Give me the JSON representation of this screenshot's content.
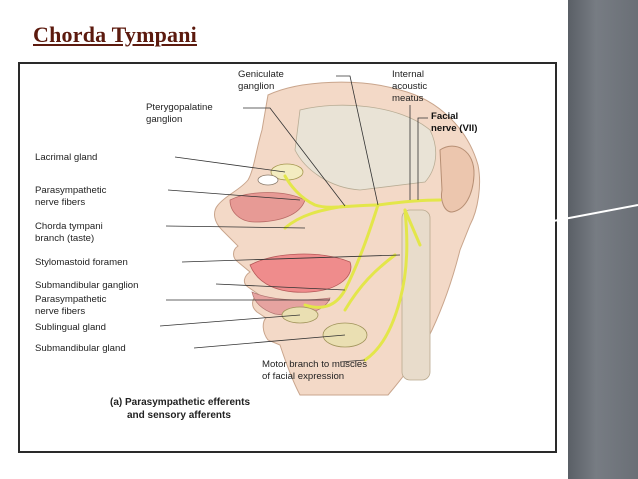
{
  "title": "Chorda Tympani",
  "colors": {
    "title": "#5c1a0e",
    "nerve": "#e3e64a",
    "side_panel": "#6a6f76"
  },
  "labels": {
    "geniculate_line1": "Geniculate",
    "geniculate_line2": "ganglion",
    "internal_line1": "Internal",
    "internal_line2": "acoustic",
    "internal_line3": "meatus",
    "facial_line1": "Facial",
    "facial_line2": "nerve (VII)",
    "pterygo_line1": "Pterygopalatine",
    "pterygo_line2": "ganglion",
    "lacrimal": "Lacrimal gland",
    "parasym1_line1": "Parasympathetic",
    "parasym1_line2": "nerve fibers",
    "chorda_line1": "Chorda tympani",
    "chorda_line2": "branch (taste)",
    "stylomastoid": "Stylomastoid foramen",
    "submand_ganglion": "Submandibular ganglion",
    "parasym2_line1": "Parasympathetic",
    "parasym2_line2": "nerve fibers",
    "sublingual": "Sublingual gland",
    "submand_gland": "Submandibular gland",
    "motor_line1": "Motor branch to muscles",
    "motor_line2": "of facial expression"
  },
  "caption": {
    "line1": "(a) Parasympathetic efferents",
    "line2": "and sensory afferents"
  }
}
